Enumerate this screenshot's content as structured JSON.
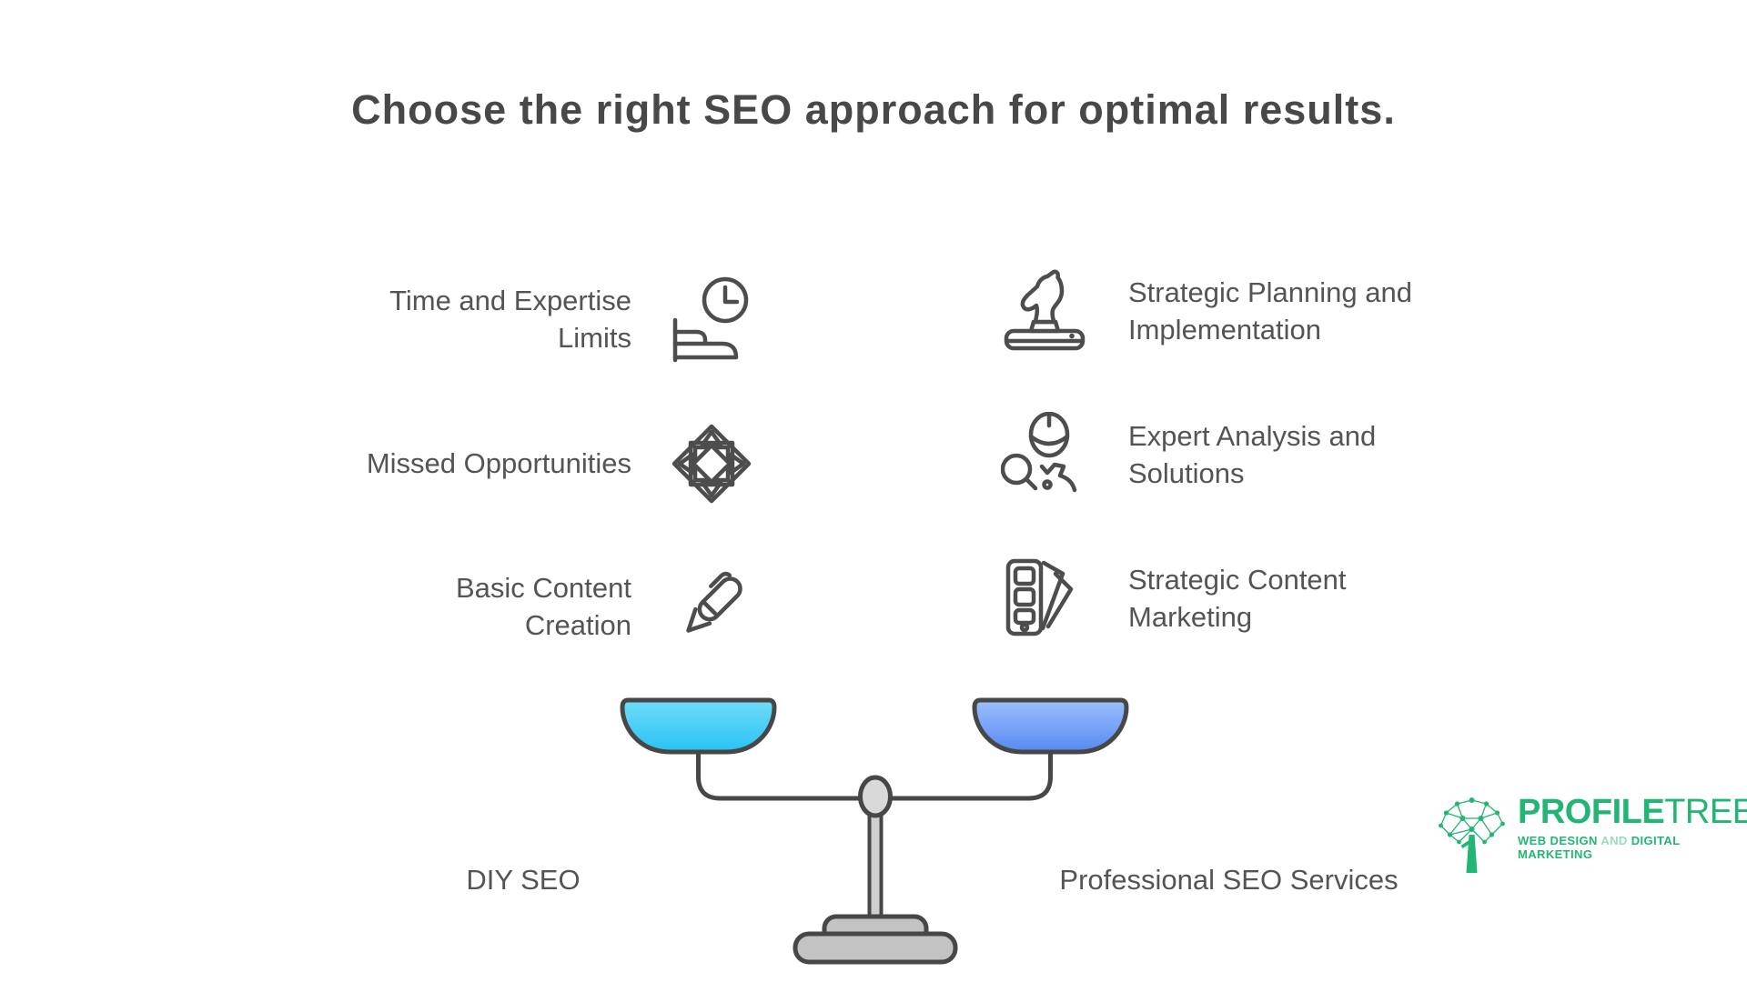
{
  "title": "Choose the right SEO approach for optimal results.",
  "left_column": {
    "label": "DIY SEO",
    "items": [
      {
        "label": "Time and Expertise\nLimits",
        "icon": "clock-bed-icon"
      },
      {
        "label": "Missed Opportunities",
        "icon": "geometric-star-icon"
      },
      {
        "label": "Basic Content\nCreation",
        "icon": "pen-icon"
      }
    ]
  },
  "right_column": {
    "label": "Professional SEO Services",
    "items": [
      {
        "label": "Strategic Planning and\nImplementation",
        "icon": "chess-knight-icon"
      },
      {
        "label": "Expert Analysis and\nSolutions",
        "icon": "magnifier-person-icon"
      },
      {
        "label": "Strategic Content\nMarketing",
        "icon": "swatches-icon"
      }
    ]
  },
  "scale": {
    "left_pan_top": "#70dcfa",
    "left_pan_bottom": "#28c3f2",
    "right_pan_top": "#9dbefb",
    "right_pan_bottom": "#568af2",
    "outline_color": "#474747",
    "metal_color": "#c9c9c9"
  },
  "logo": {
    "word1": "PROFILE",
    "word2": "TREE",
    "tagline_1": "WEB DESIGN",
    "tagline_and": "AND",
    "tagline_2": "DIGITAL MARKETING",
    "brand_color": "#23b573"
  }
}
